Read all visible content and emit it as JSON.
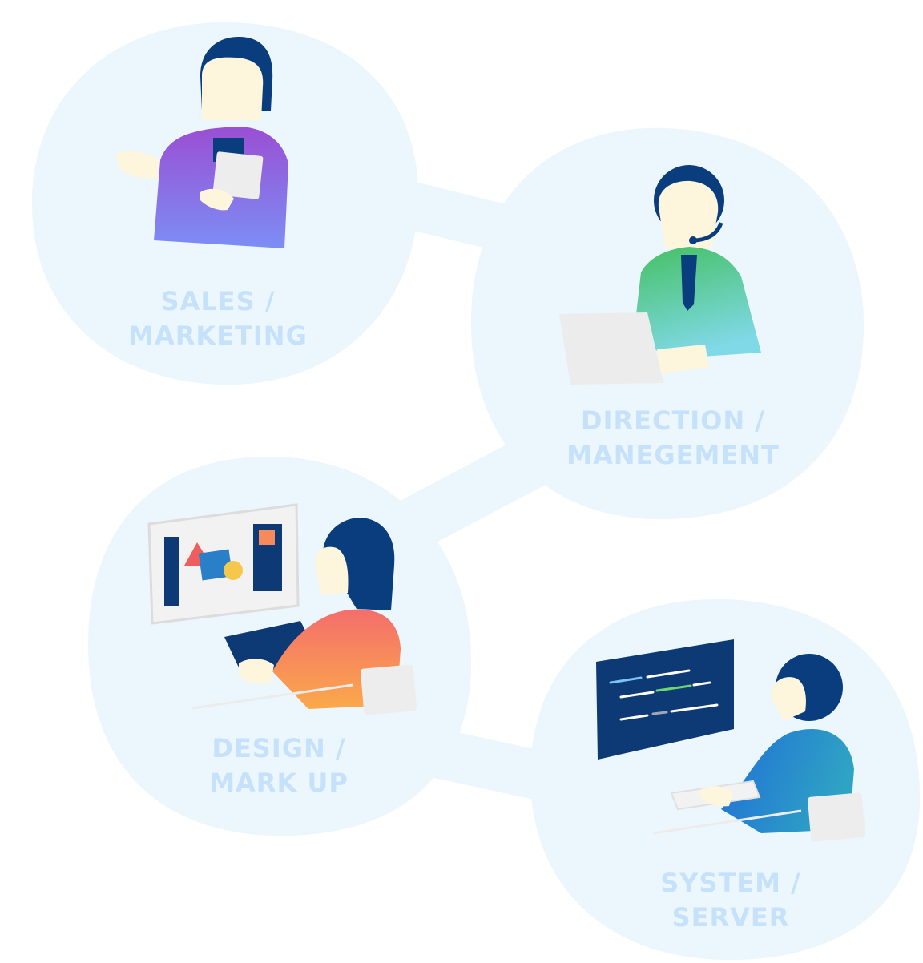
{
  "roles": [
    {
      "id": "sales",
      "line1": "SALES /",
      "line2": "MARKETING"
    },
    {
      "id": "direction",
      "line1": "DIRECTION /",
      "line2": "MANEGEMENT"
    },
    {
      "id": "design",
      "line1": "DESIGN /",
      "line2": "MARK UP"
    },
    {
      "id": "system",
      "line1": "SYSTEM /",
      "line2": "SERVER"
    }
  ],
  "colors": {
    "bubble": "#ecf6fd",
    "label": "#c6e2fb",
    "hair": "#0a3d7d",
    "skin": "#fdf5dc",
    "sales_jacket": "#8a58d6",
    "direction_jacket": "#4cbf6a",
    "design_shirt": "#f78a5b",
    "system_shirt": "#2a7fc9",
    "screen_dark": "#0d3a75"
  },
  "icons": [
    "presenter-woman-icon",
    "headset-operator-icon",
    "designer-with-pen-tablet-icon",
    "engineer-coding-icon"
  ]
}
